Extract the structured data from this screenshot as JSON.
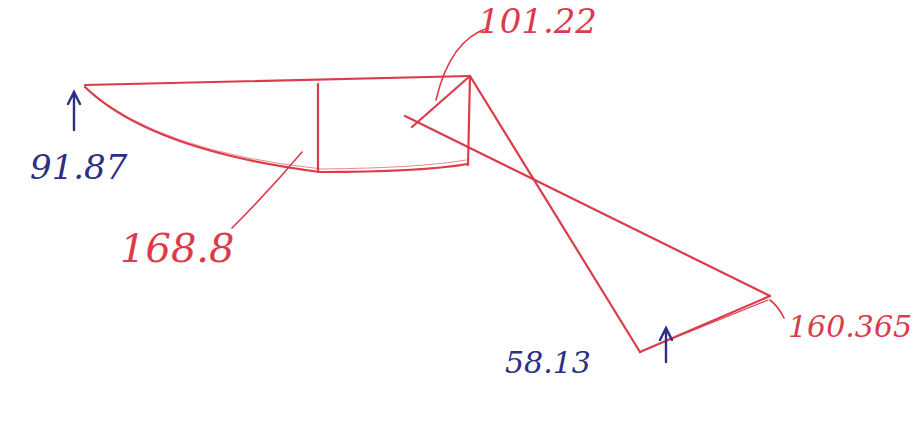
{
  "diagram": {
    "labels": [
      "101.22",
      "91.87",
      "168.8",
      "160.365",
      "58.13"
    ]
  }
}
